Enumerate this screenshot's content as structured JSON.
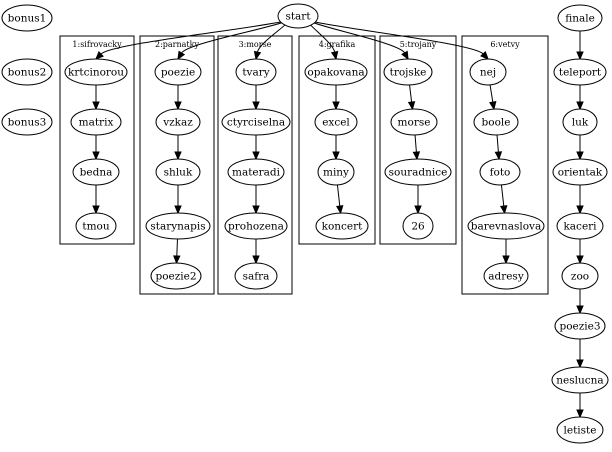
{
  "clusters": [
    {
      "id": "c1",
      "label": "1:sifrovacky"
    },
    {
      "id": "c2",
      "label": "2:parnatky"
    },
    {
      "id": "c3",
      "label": "3:morse"
    },
    {
      "id": "c4",
      "label": "4:grafika"
    },
    {
      "id": "c5",
      "label": "5:trojany"
    },
    {
      "id": "c6",
      "label": "6:vetvy"
    }
  ],
  "nodes": [
    {
      "id": "bonus1",
      "label": "bonus1"
    },
    {
      "id": "bonus2",
      "label": "bonus2"
    },
    {
      "id": "bonus3",
      "label": "bonus3"
    },
    {
      "id": "start",
      "label": "start"
    },
    {
      "id": "finale",
      "label": "finale"
    },
    {
      "id": "krtcinorou",
      "label": "krtcinorou"
    },
    {
      "id": "matrix",
      "label": "matrix"
    },
    {
      "id": "bedna",
      "label": "bedna"
    },
    {
      "id": "tmou",
      "label": "tmou"
    },
    {
      "id": "poezie",
      "label": "poezie"
    },
    {
      "id": "vzkaz",
      "label": "vzkaz"
    },
    {
      "id": "shluk",
      "label": "shluk"
    },
    {
      "id": "starynapis",
      "label": "starynapis"
    },
    {
      "id": "poezie2",
      "label": "poezie2"
    },
    {
      "id": "tvary",
      "label": "tvary"
    },
    {
      "id": "ctyrciselna",
      "label": "ctyrciselna"
    },
    {
      "id": "materadi",
      "label": "materadi"
    },
    {
      "id": "prohozena",
      "label": "prohozena"
    },
    {
      "id": "safra",
      "label": "safra"
    },
    {
      "id": "opakovana",
      "label": "opakovana"
    },
    {
      "id": "excel",
      "label": "excel"
    },
    {
      "id": "miny",
      "label": "miny"
    },
    {
      "id": "koncert",
      "label": "koncert"
    },
    {
      "id": "trojske",
      "label": "trojske"
    },
    {
      "id": "morse",
      "label": "morse"
    },
    {
      "id": "souradnice",
      "label": "souradnice"
    },
    {
      "id": "n26",
      "label": "26"
    },
    {
      "id": "nej",
      "label": "nej"
    },
    {
      "id": "boole",
      "label": "boole"
    },
    {
      "id": "foto",
      "label": "foto"
    },
    {
      "id": "barevnaslova",
      "label": "barevnaslova"
    },
    {
      "id": "adresy",
      "label": "adresy"
    },
    {
      "id": "teleport",
      "label": "teleport"
    },
    {
      "id": "luk",
      "label": "luk"
    },
    {
      "id": "orientak",
      "label": "orientak"
    },
    {
      "id": "kaceri",
      "label": "kaceri"
    },
    {
      "id": "zoo",
      "label": "zoo"
    },
    {
      "id": "poezie3",
      "label": "poezie3"
    },
    {
      "id": "neslucna",
      "label": "neslucna"
    },
    {
      "id": "letiste",
      "label": "letiste"
    }
  ],
  "edges": [
    {
      "from": "start",
      "to": "krtcinorou"
    },
    {
      "from": "start",
      "to": "poezie"
    },
    {
      "from": "start",
      "to": "tvary"
    },
    {
      "from": "start",
      "to": "opakovana"
    },
    {
      "from": "start",
      "to": "trojske"
    },
    {
      "from": "start",
      "to": "nej"
    },
    {
      "from": "krtcinorou",
      "to": "matrix"
    },
    {
      "from": "matrix",
      "to": "bedna"
    },
    {
      "from": "bedna",
      "to": "tmou"
    },
    {
      "from": "poezie",
      "to": "vzkaz"
    },
    {
      "from": "vzkaz",
      "to": "shluk"
    },
    {
      "from": "shluk",
      "to": "starynapis"
    },
    {
      "from": "starynapis",
      "to": "poezie2"
    },
    {
      "from": "tvary",
      "to": "ctyrciselna"
    },
    {
      "from": "ctyrciselna",
      "to": "materadi"
    },
    {
      "from": "materadi",
      "to": "prohozena"
    },
    {
      "from": "prohozena",
      "to": "safra"
    },
    {
      "from": "opakovana",
      "to": "excel"
    },
    {
      "from": "excel",
      "to": "miny"
    },
    {
      "from": "miny",
      "to": "koncert"
    },
    {
      "from": "trojske",
      "to": "morse"
    },
    {
      "from": "morse",
      "to": "souradnice"
    },
    {
      "from": "souradnice",
      "to": "n26"
    },
    {
      "from": "nej",
      "to": "boole"
    },
    {
      "from": "boole",
      "to": "foto"
    },
    {
      "from": "foto",
      "to": "barevnaslova"
    },
    {
      "from": "barevnaslova",
      "to": "adresy"
    },
    {
      "from": "finale",
      "to": "teleport"
    },
    {
      "from": "teleport",
      "to": "luk"
    },
    {
      "from": "luk",
      "to": "orientak"
    },
    {
      "from": "orientak",
      "to": "kaceri"
    },
    {
      "from": "kaceri",
      "to": "zoo"
    },
    {
      "from": "zoo",
      "to": "poezie3"
    },
    {
      "from": "poezie3",
      "to": "neslucna"
    },
    {
      "from": "neslucna",
      "to": "letiste"
    }
  ]
}
